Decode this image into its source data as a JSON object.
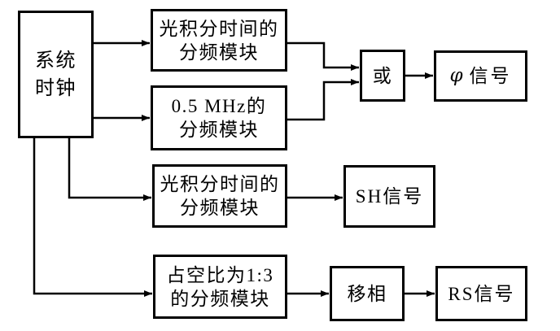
{
  "diagram": {
    "nodes": {
      "system_clock": {
        "line1": "系统",
        "line2": "时钟"
      },
      "optical_divider_top": {
        "line1": "光积分时间的",
        "line2": "分频模块"
      },
      "mhz_divider": {
        "line1": "0.5 MHz的",
        "line2": "分频模块"
      },
      "or_gate": {
        "label": "或"
      },
      "phi_signal": {
        "phi": "φ",
        "label": "信号"
      },
      "optical_divider_mid": {
        "line1": "光积分时间的",
        "line2": "分频模块"
      },
      "sh_signal": {
        "label": "SH信号"
      },
      "duty_divider": {
        "line1": "占空比为1:3",
        "line2": "的分频模块"
      },
      "phase_shifter": {
        "label": "移相"
      },
      "rs_signal": {
        "label": "RS信号"
      }
    },
    "colors": {
      "line": "#000000",
      "background": "#ffffff",
      "text": "#000000"
    }
  }
}
